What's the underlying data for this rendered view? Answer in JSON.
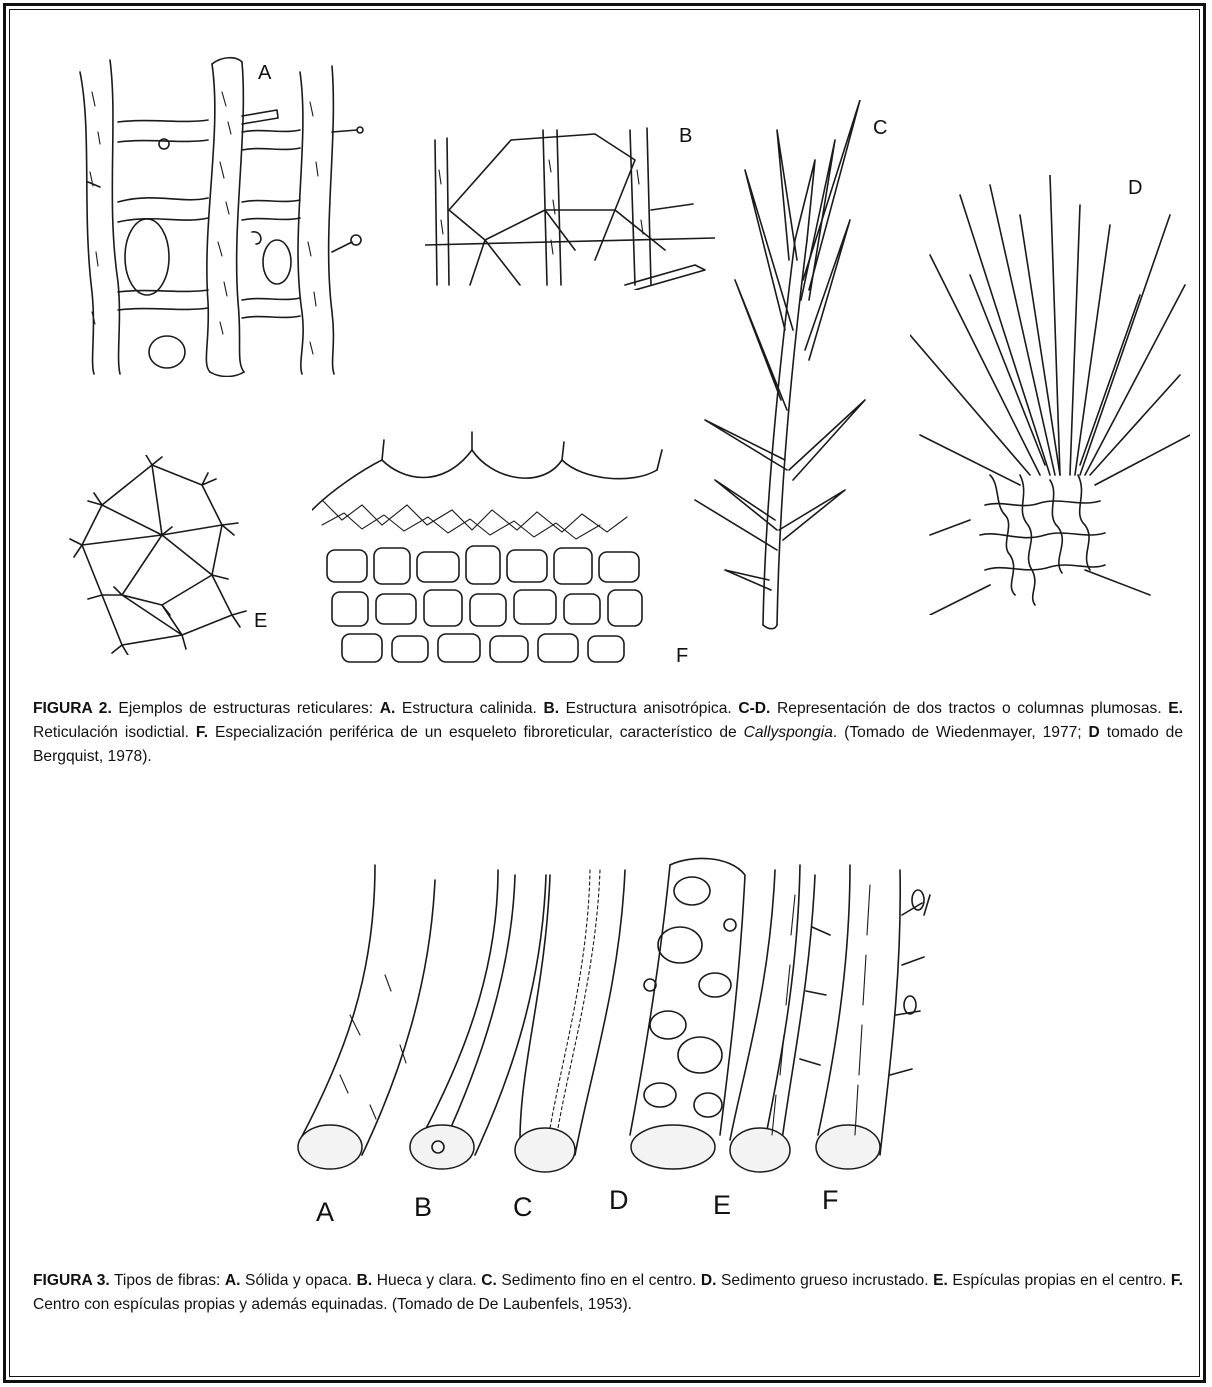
{
  "figure2": {
    "panel_labels": {
      "a": "A",
      "b": "B",
      "c": "C",
      "d": "D",
      "e": "E",
      "f": "F"
    },
    "caption": {
      "label": "FIGURA 2.",
      "intro": " Ejemplos de estructuras reticulares: ",
      "a_key": "A.",
      "a_text": " Estructura calinida. ",
      "b_key": "B.",
      "b_text": " Estructura anisotrópica. ",
      "cd_key": "C-D.",
      "cd_text": " Representación de dos tractos o columnas plumosas. ",
      "e_key": "E.",
      "e_text": " Reticulación isodictial. ",
      "f_key": "F.",
      "f_text": " Especialización periférica de un esqueleto fibroreticular, característico de ",
      "genus": "Callyspongia",
      "after_genus": ". (Tomado de Wiedenmayer, 1977; ",
      "d_key": "D",
      "tail": " tomado de Bergquist, 1978)."
    }
  },
  "figure3": {
    "fiber_labels": [
      "A",
      "B",
      "C",
      "D",
      "E",
      "F"
    ],
    "caption": {
      "label": "FIGURA 3.",
      "intro": " Tipos de fibras: ",
      "a_key": "A.",
      "a_text": " Sólida y opaca. ",
      "b_key": "B.",
      "b_text": " Hueca y clara. ",
      "c_key": "C.",
      "c_text": " Sedimento fino en el centro. ",
      "d_key": "D.",
      "d_text": " Sedimento grueso incrustado. ",
      "e_key": "E.",
      "e_text": " Espículas propias en el centro. ",
      "f_key": "F.",
      "f_text": " Centro con espículas propias y además equinadas. (Tomado de De Laubenfels, 1953)."
    }
  }
}
